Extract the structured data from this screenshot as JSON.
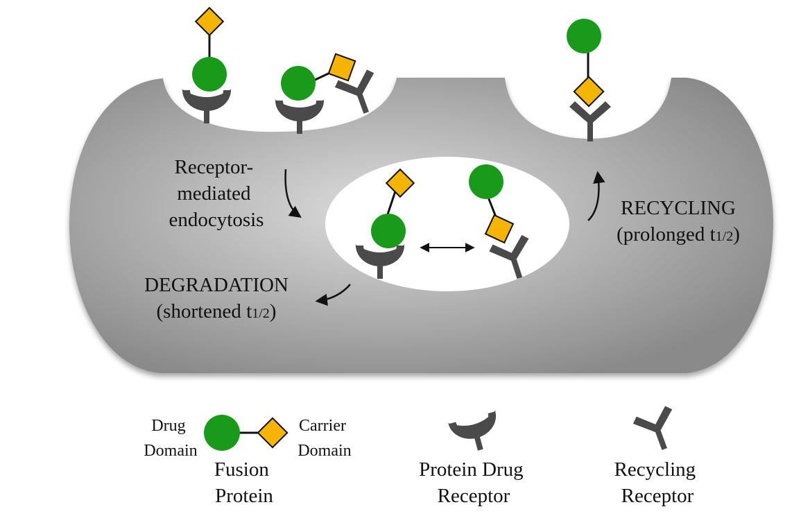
{
  "labels": {
    "endocytosis": [
      "Receptor-",
      "mediated",
      "endocytosis"
    ],
    "recycling_title": "RECYCLING",
    "recycling_sub_prefix": "(prolonged t",
    "recycling_sub_sub": "1/2",
    "recycling_sub_suffix": ")",
    "degradation_title": "DEGRADATION",
    "degradation_sub_prefix": "(shortened t",
    "degradation_sub_sub": "1/2",
    "degradation_sub_suffix": ")"
  },
  "legend": {
    "drug_domain": [
      "Drug",
      "Domain"
    ],
    "carrier_domain": [
      "Carrier",
      "Domain"
    ],
    "fusion_protein": [
      "Fusion",
      "Protein"
    ],
    "protein_drug_receptor": [
      "Protein Drug",
      "Receptor"
    ],
    "recycling_receptor": [
      "Recycling",
      "Receptor"
    ]
  },
  "colors": {
    "drug_domain": "#1a9a1a",
    "carrier_domain": "#f5b400",
    "receptor": "#4a4a4a",
    "cell_center": "#dddddd",
    "cell_edge": "#8a8a8a",
    "linker": "#111111"
  }
}
